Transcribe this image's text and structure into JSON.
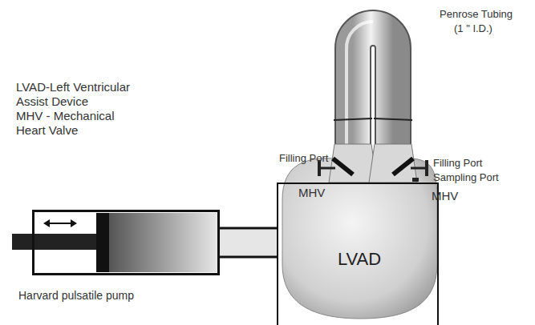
{
  "diagram": {
    "nodes": [
      {
        "text": [
          "Harvard pulsatile pump"
        ]
      },
      {
        "text": [
          "LVAD"
        ]
      }
    ],
    "edges": [
      {
        "from": 0,
        "to": 1,
        "arrow": "none"
      }
    ],
    "labels": [
      "Penrose Tubing",
      "(1 \" I.D.)",
      "Filling Port",
      "Filling Port",
      "Sampling Port",
      "MHV",
      "MHV",
      "LVAD-Left Ventricular Assist Device",
      "MHV - Mechanical Heart Valve"
    ]
  }
}
